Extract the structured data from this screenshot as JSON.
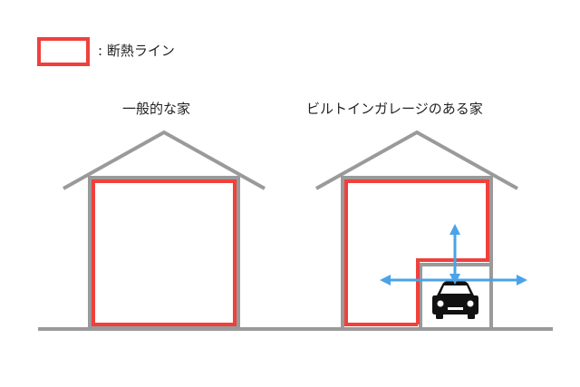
{
  "legend": {
    "label": ": 断熱ライン"
  },
  "houses": {
    "normal": {
      "caption": "一般的な家"
    },
    "garage": {
      "caption": "ビルトインガレージのある家"
    }
  },
  "colors": {
    "insulation_line": "#f0403c",
    "house_outline": "#9a9a9a",
    "ground": "#9a9a9a",
    "arrows": "#4aa3e8",
    "car": "#111111"
  }
}
